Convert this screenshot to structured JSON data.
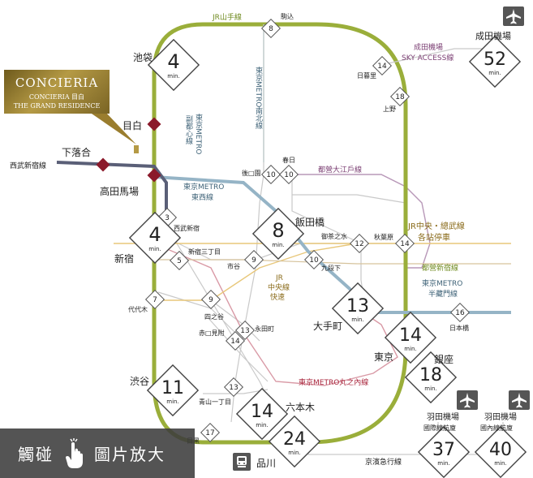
{
  "lines": {
    "jr_yamanote": "JR山手線",
    "metro_namboku": "東京METRO南北線",
    "metro_fukutoshin": [
      "副都心線",
      "東京METRO"
    ],
    "seibu_shinjuku": "西武新宿線",
    "metro_tozai": [
      "東京METRO",
      "東西線"
    ],
    "toei_oedo": "都營大江戶線",
    "jr_chuo_sobu": [
      "JR中央・總武線",
      "各站停車"
    ],
    "toei_shinjuku": "都營新宿線",
    "metro_hanzomon": [
      "東京METRO",
      "半藏門線"
    ],
    "jr_chuo_rapid": [
      "JR",
      "中央線",
      "快速"
    ],
    "metro_marunouchi": "東京METRO丸之內線",
    "keikyu": "京濱急行線",
    "narita_sky_access": [
      "成田機場",
      "SKY ACCESS線"
    ]
  },
  "stations": {
    "komagome": "駒込",
    "ikebukuro": "池袋",
    "nippori": "日暮里",
    "ueno": "上野",
    "mejiro": "目白",
    "shimo_ochiai": "下落合",
    "takadanobaba": "高田馬場",
    "gokokuji": "後□園",
    "kasuga": "春日",
    "iidabashi": "飯田橋",
    "seibu_shinjuku": "西武新宿",
    "shinjuku": "新宿",
    "shinjuku_sanchome": "新宿三丁目",
    "ichigaya": "市谷",
    "ochanomizu": "御茶之水",
    "akihabara": "秋葉原",
    "kudanshita": "九段下",
    "yoyogi": "代代木",
    "yotsuya": "四之谷",
    "otemachi": "大手町",
    "nihombashi": "日本橋",
    "akasaka_mitsuke": "赤□見附",
    "nagatacho": "永田町",
    "tokyo": "東京",
    "ginza": "銀座",
    "shibuya": "渋谷",
    "aoyama_itchome": "青山一丁目",
    "roppongi": "六本木",
    "meguro": "目黑",
    "shinagawa": "品川"
  },
  "destinations": {
    "narita": "成田機場",
    "haneda_intl": [
      "羽田機場",
      "國際線航廈"
    ],
    "haneda_dom": [
      "羽田機場",
      "國內線航廈"
    ]
  },
  "times": {
    "ikebukuro": "4",
    "shinjuku": "4",
    "iidabashi": "8",
    "otemachi": "13",
    "tokyo": "14",
    "ginza": "18",
    "shibuya": "11",
    "roppongi": "14",
    "shinagawa": "24",
    "narita": "52",
    "haneda_intl": "37",
    "haneda_dom": "40"
  },
  "min_unit": "min.",
  "small_times": {
    "komagome": "8",
    "nippori": "14",
    "ueno": "18",
    "gokokuji": "10",
    "kasuga": "10",
    "seibu_shinjuku": "3",
    "shinjuku_sanchome": "5",
    "ichigaya": "9",
    "ochanomizu": "12",
    "akihabara": "14",
    "kudanshita": "10",
    "yoyogi": "7",
    "yotsuya": "9",
    "nagatacho": "13",
    "akasaka_mitsuke": "14",
    "nihombashi": "16",
    "aoyama_itchome": "13",
    "meguro": "17"
  },
  "concieria": {
    "title": "CONCIERIA",
    "subtitle": "CONCIERIA 目白",
    "tagline": "THE GRAND RESIDENCE"
  },
  "zoom": {
    "left": "觸碰",
    "right": "圖片放大"
  },
  "colors": {
    "yamanote": "#9aae3a",
    "tozai": "#95b4c6",
    "seibu": "#5a5f77",
    "jr_chuo": "#e8c77a",
    "marunouchi": "#d99aa6",
    "oedo": "#b898b8",
    "namboku": "#c2cccc",
    "diamond": "#8b1a2b",
    "gold": "#9a7d2e",
    "text_green": "#6f8a1f",
    "text_purple": "#7a3d72",
    "text_blue": "#3e6277",
    "text_red": "#a8233a",
    "text_gold": "#8a6b1a"
  },
  "icons": [
    "airplane-icon",
    "train-icon",
    "hand-touch-icon"
  ]
}
